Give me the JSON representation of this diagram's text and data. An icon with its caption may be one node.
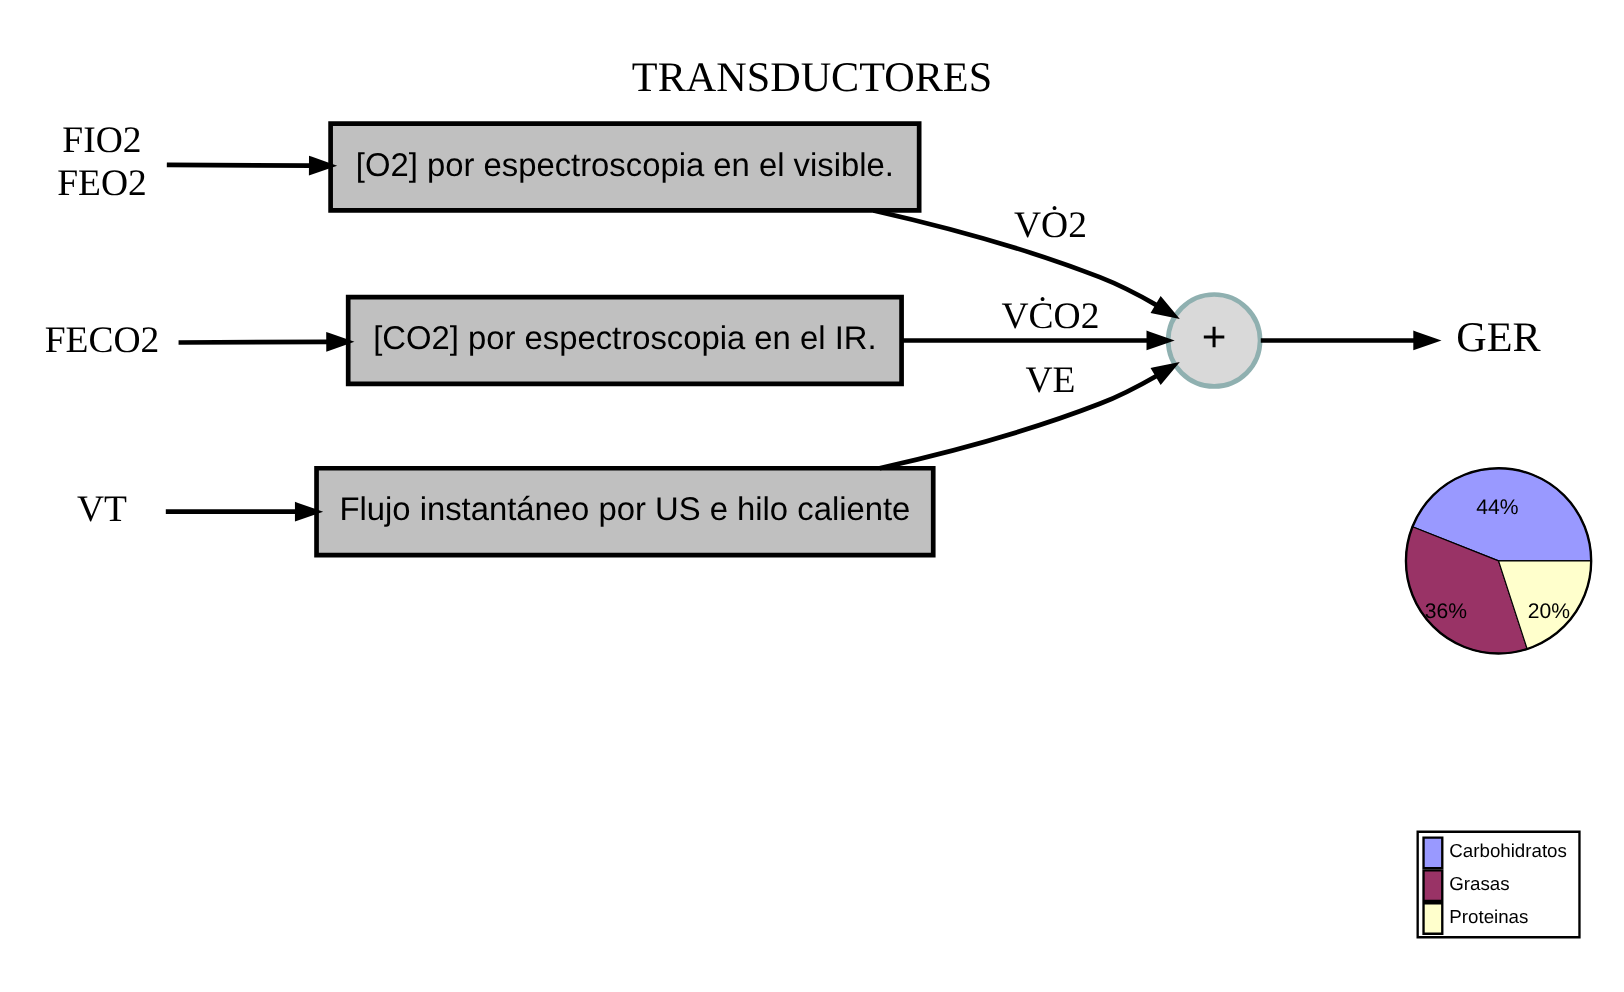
{
  "diagram": {
    "title": "TRANSDUCTORES",
    "nodes": [
      {
        "text": [
          "FIO2",
          "FEO2"
        ]
      },
      {
        "text": [
          "[O2] por espectroscopia en el visible."
        ]
      },
      {
        "text": [
          "FECO2"
        ]
      },
      {
        "text": [
          "[CO2] por espectroscopia en el IR."
        ]
      },
      {
        "text": [
          "VT"
        ]
      },
      {
        "text": [
          "Flujo instantáneo por US e hilo caliente"
        ]
      },
      {
        "text": [
          "+"
        ]
      },
      {
        "text": [
          "GER"
        ]
      }
    ],
    "edges": [
      {
        "from": 0,
        "to": 1,
        "arrow": "to"
      },
      {
        "from": 2,
        "to": 3,
        "arrow": "to"
      },
      {
        "from": 4,
        "to": 5,
        "arrow": "to"
      },
      {
        "from": 1,
        "to": 6,
        "arrow": "to",
        "label": "VȮ2"
      },
      {
        "from": 3,
        "to": 6,
        "arrow": "to",
        "label": "VĊO2"
      },
      {
        "from": 5,
        "to": 6,
        "arrow": "to",
        "label": "VE"
      },
      {
        "from": 6,
        "to": 7,
        "arrow": "to"
      }
    ],
    "chart_data": {
      "type": "pie",
      "categories": [
        "Carbohidratos",
        "Grasas",
        "Proteinas"
      ],
      "series": [
        {
          "colors": [
            "#9999ff",
            "#993366",
            "#ffffcc"
          ],
          "values": [
            44,
            36,
            20
          ]
        }
      ],
      "legend": true,
      "value_labels": [
        "44%",
        "36%",
        "20%"
      ]
    }
  }
}
